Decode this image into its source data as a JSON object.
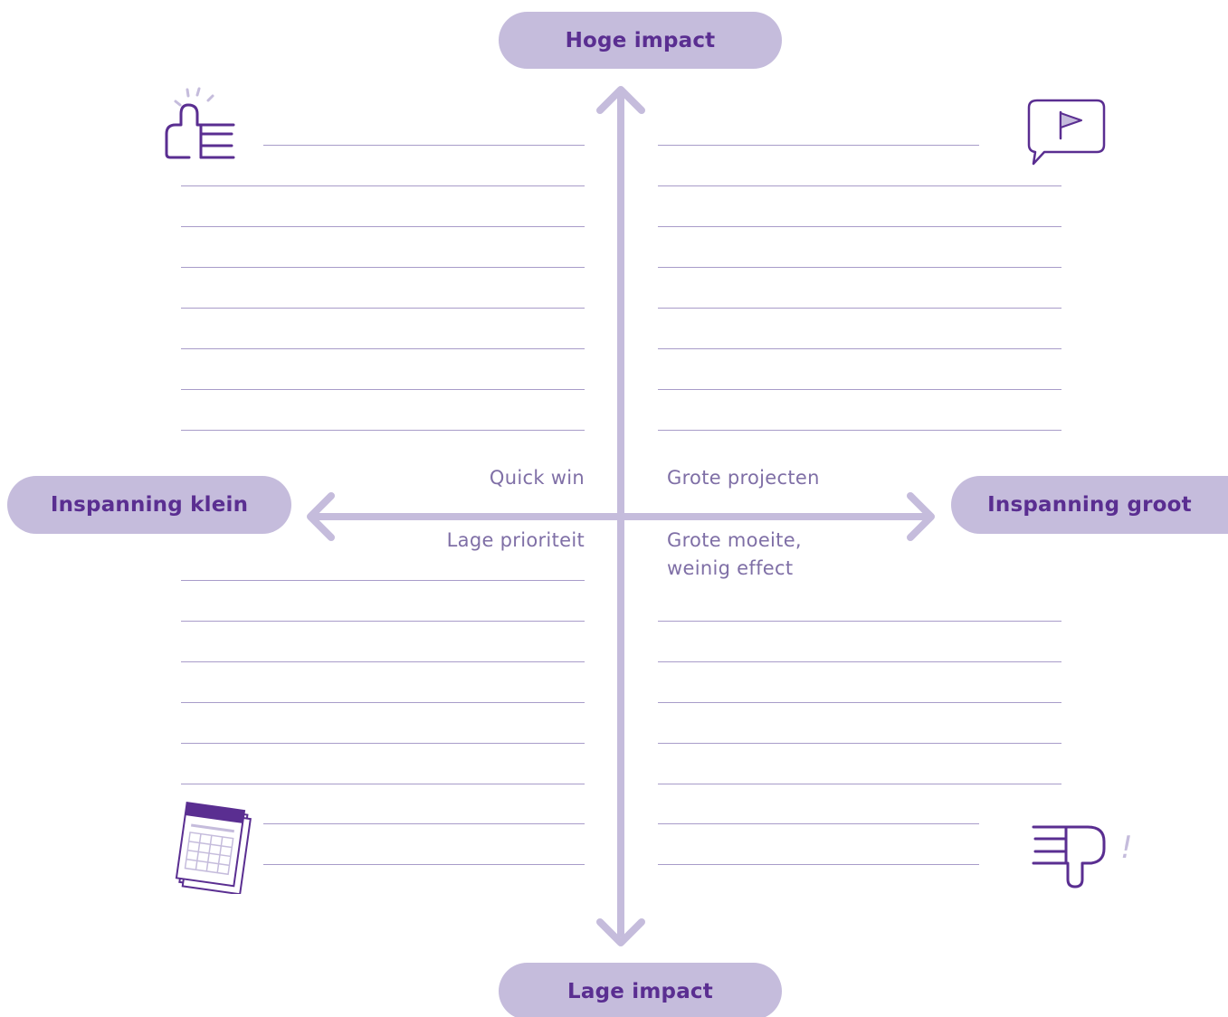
{
  "axes": {
    "top": "Hoge impact",
    "bottom": "Lage impact",
    "left": "Inspanning klein",
    "right": "Inspanning groot"
  },
  "quadrants": {
    "top_left": "Quick win",
    "top_right": "Grote projecten",
    "bottom_left": "Lage prioriteit",
    "bottom_right_line1": "Grote moeite,",
    "bottom_right_line2": "weinig effect"
  },
  "icons": {
    "top_left": "thumbs-up-icon",
    "top_right": "flag-speech-bubble-icon",
    "bottom_left": "calendar-icon",
    "bottom_right": "thumbs-down-icon"
  },
  "colors": {
    "pill_bg": "#c5bcdc",
    "pill_text": "#5a2e91",
    "axis": "#c5bcdc",
    "rule": "#a89cc9",
    "label": "#7f6fa6",
    "icon": "#5a2e91"
  }
}
